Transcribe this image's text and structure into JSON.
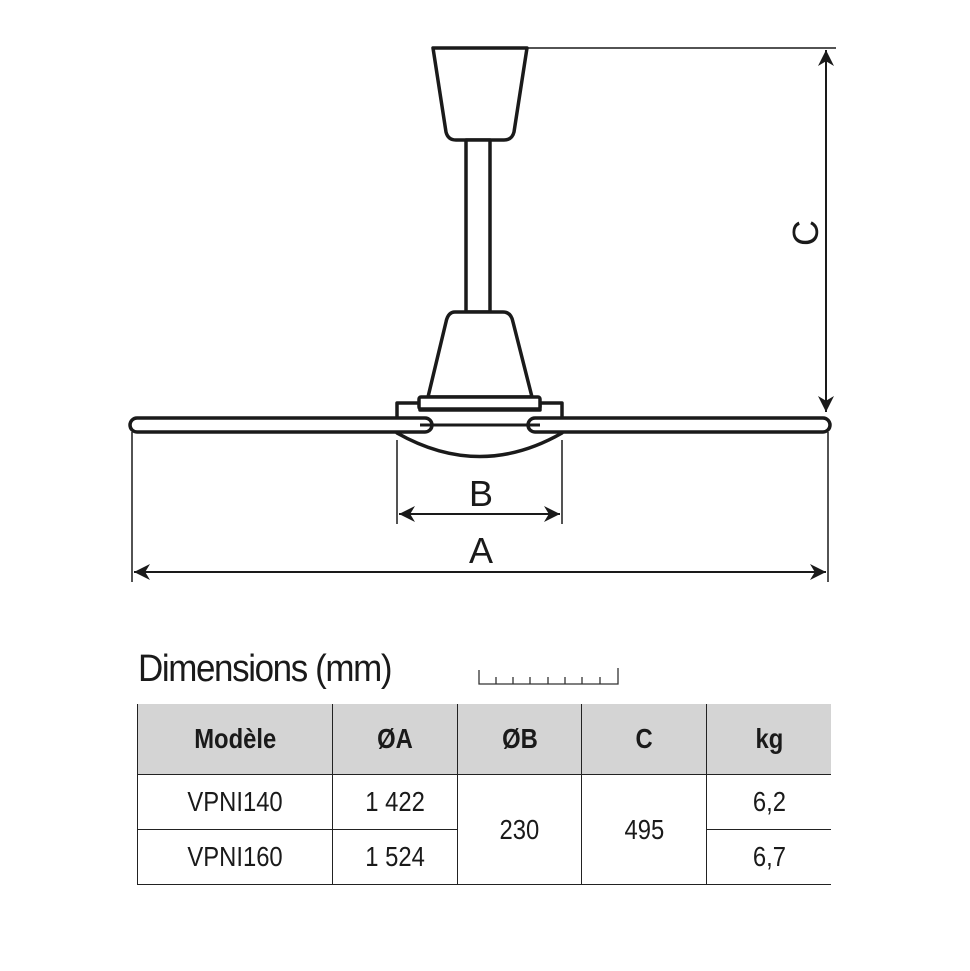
{
  "diagram": {
    "labels": {
      "a": "A",
      "b": "B",
      "c": "C"
    }
  },
  "dimensions": {
    "title": "Dimensions (mm)",
    "headers": [
      "Modèle",
      "ØA",
      "ØB",
      "C",
      "kg"
    ],
    "rows": [
      {
        "model": "VPNI140",
        "a": "1 422",
        "kg": "6,2"
      },
      {
        "model": "VPNI160",
        "a": "1 524",
        "kg": "6,7"
      }
    ],
    "shared": {
      "b": "230",
      "c": "495"
    }
  }
}
